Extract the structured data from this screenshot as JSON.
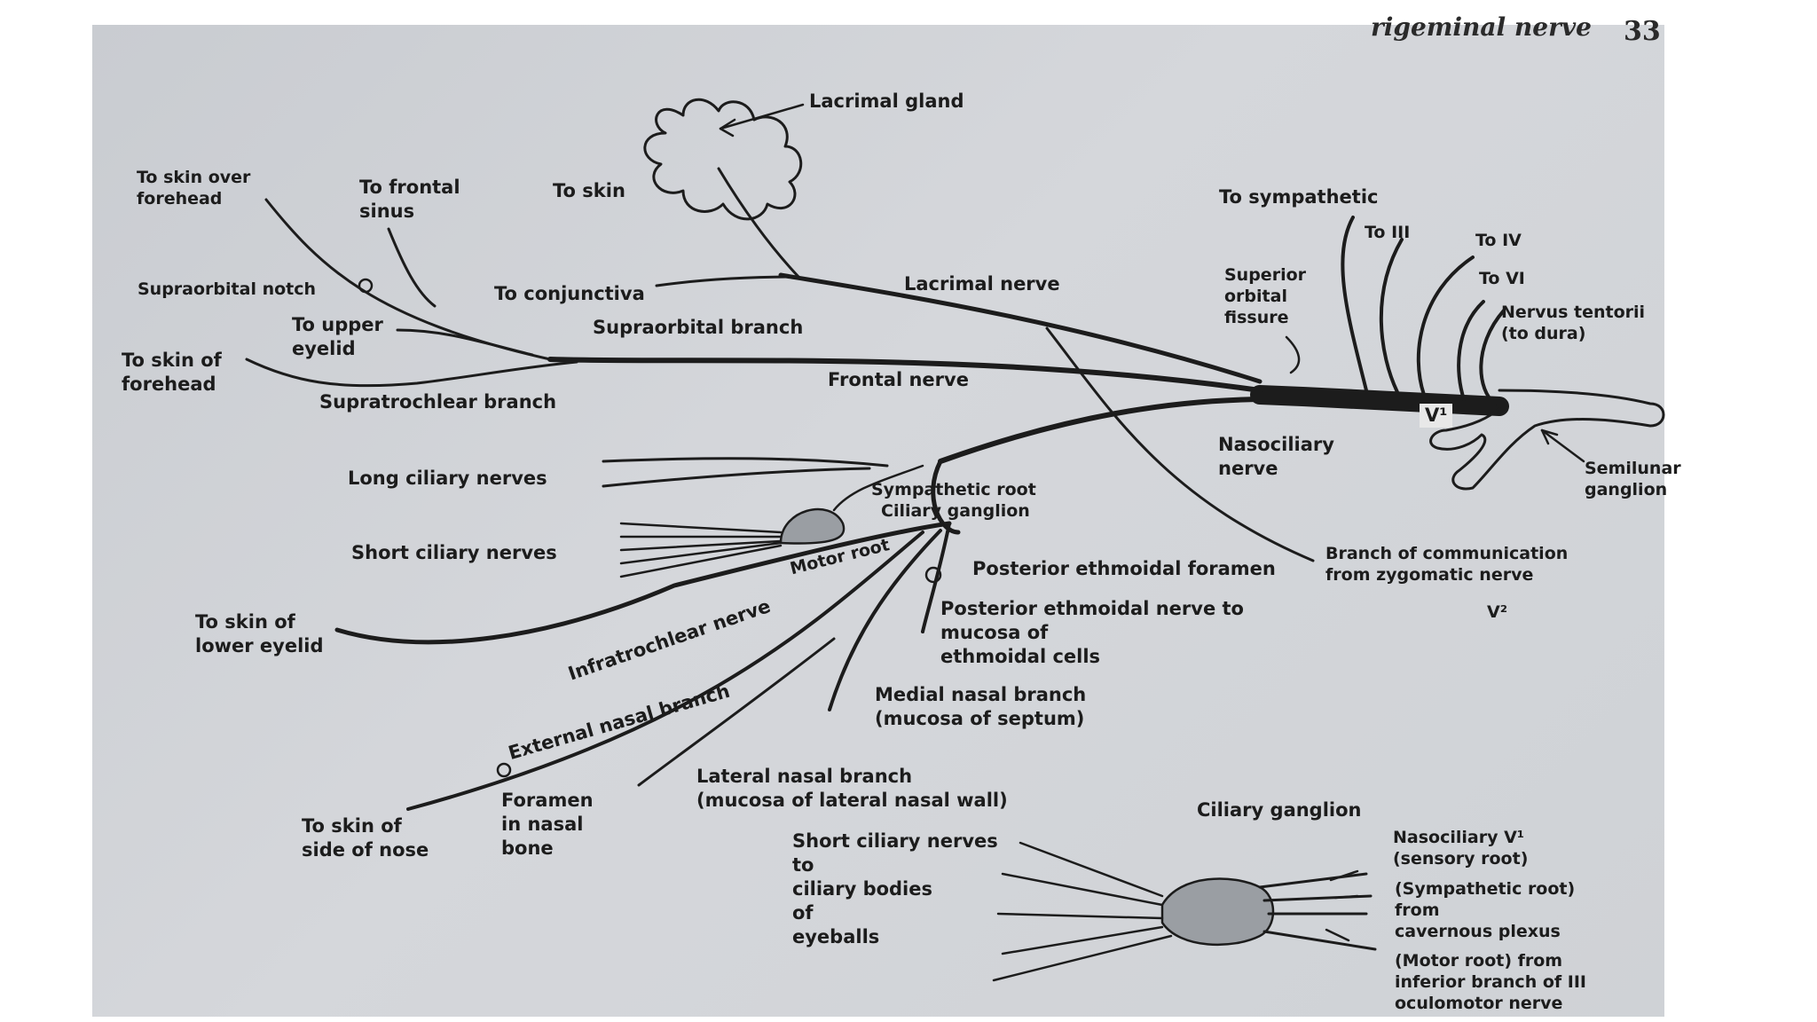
{
  "header": {
    "running_head": "rigeminal nerve",
    "page_number": "33"
  },
  "labels": {
    "lacrimal_gland": "Lacrimal gland",
    "to_skin_over_forehead": "To skin over\nforehead",
    "to_frontal_sinus": "To frontal\nsinus",
    "to_skin": "To skin",
    "supraorbital_notch": "Supraorbital notch",
    "to_conjunctiva": "To conjunctiva",
    "lacrimal_nerve": "Lacrimal nerve",
    "to_upper_eyelid": "To upper\neyelid",
    "supraorbital_branch": "Supraorbital branch",
    "to_skin_of_forehead": "To skin of\nforehead",
    "frontal_nerve": "Frontal nerve",
    "supratrochlear_branch": "Supratrochlear branch",
    "to_sympathetic": "To sympathetic",
    "to_iii": "To III",
    "to_iv": "To IV",
    "to_vi": "To VI",
    "superior_orbital_fissure": "Superior\norbital\nfissure",
    "nervus_tentorii": "Nervus tentorii\n(to dura)",
    "v1": "V¹",
    "semilunar_ganglion": "Semilunar\nganglion",
    "nasociliary_nerve": "Nasociliary\nnerve",
    "long_ciliary_nerves": "Long ciliary nerves",
    "sympathetic_root": "Sympathetic root",
    "ciliary_ganglion": "Ciliary ganglion",
    "short_ciliary_nerves": "Short ciliary nerves",
    "motor_root": "Motor root",
    "posterior_ethmoidal_foramen": "Posterior ethmoidal foramen",
    "branch_of_communication": "Branch of communication\nfrom zygomatic nerve",
    "v2": "V²",
    "to_skin_of_lower_eyelid": "To skin of\nlower eyelid",
    "infratrochlear_nerve": "Infratrochlear nerve",
    "posterior_ethmoidal_nerve": "Posterior ethmoidal nerve to\nmucosa of\nethmoidal cells",
    "medial_nasal_branch": "Medial nasal branch\n(mucosa of septum)",
    "external_nasal_branch": "External nasal branch",
    "lateral_nasal_branch": "Lateral nasal branch\n(mucosa of lateral nasal wall)",
    "foramen_in_nasal_bone": "Foramen\nin nasal\nbone",
    "to_skin_of_side_of_nose": "To skin of\nside of nose",
    "inset_title": "Ciliary ganglion",
    "inset_short_ciliary": "Short ciliary nerves\nto\nciliary bodies\nof\neyeballs",
    "inset_nasociliary": "Nasociliary V¹\n(sensory root)",
    "inset_sympathetic": "(Sympathetic root)\nfrom\ncavernous plexus",
    "inset_motor": "(Motor root) from\ninferior branch of III\noculomotor nerve"
  },
  "colors": {
    "page": "#ffffff",
    "paper": "#cfd2d6",
    "ink": "#1c1c1c"
  }
}
